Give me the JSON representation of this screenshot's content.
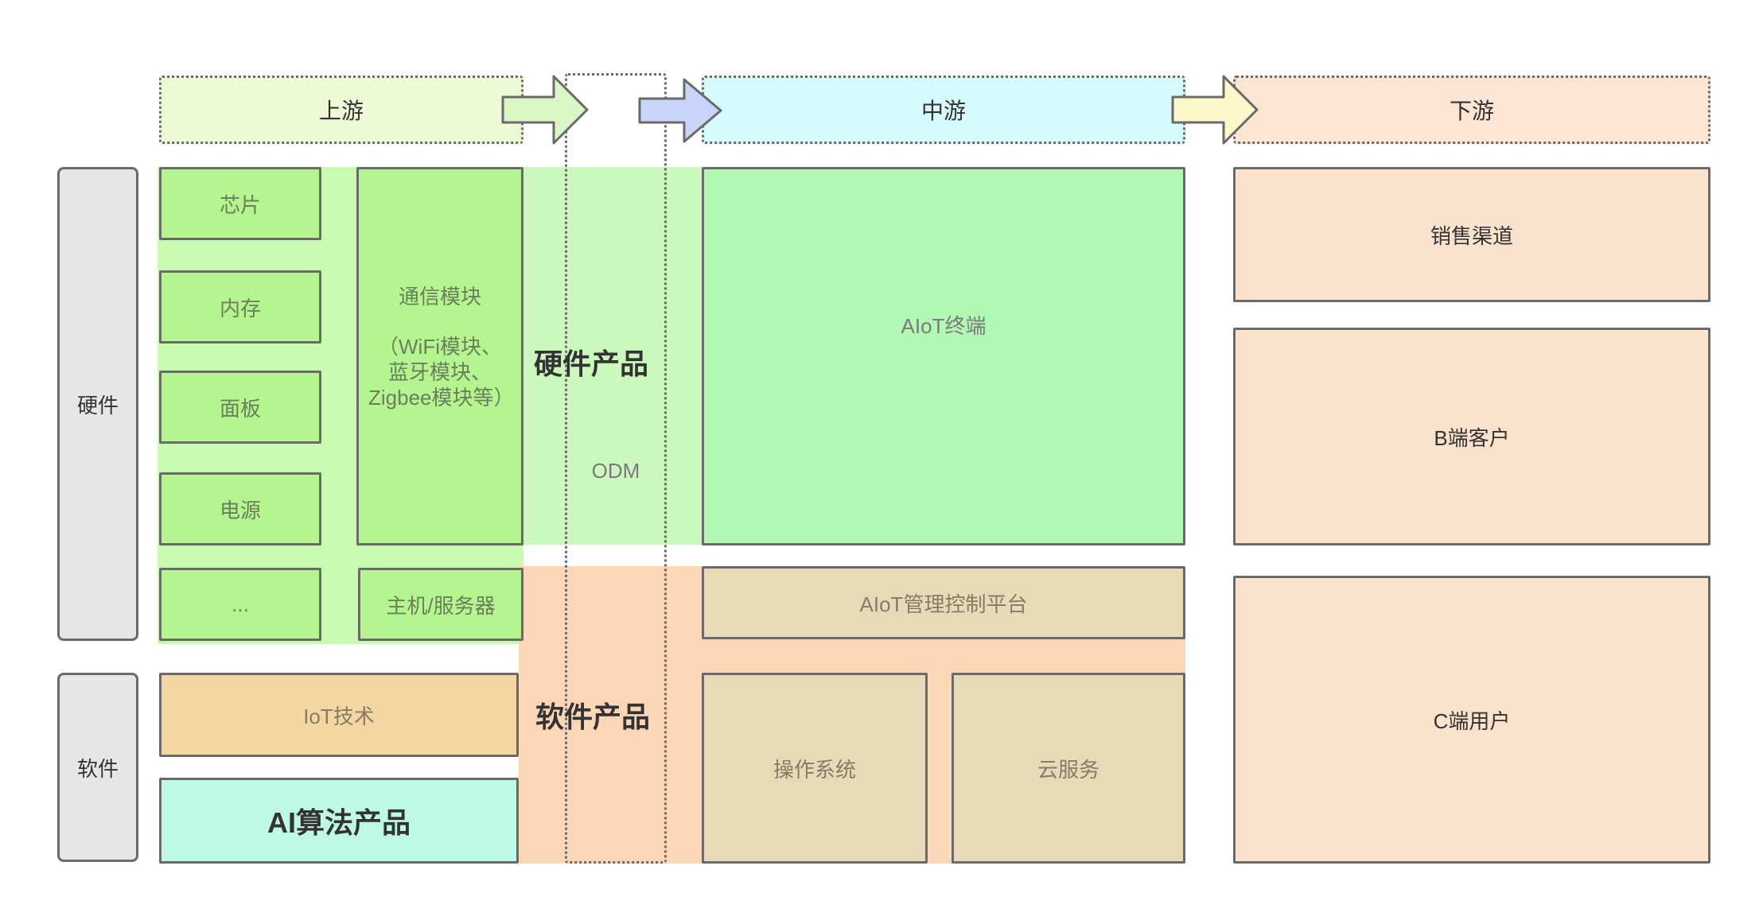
{
  "stages": {
    "upstream": "上游",
    "midstream": "中游",
    "downstream": "下游"
  },
  "categories": {
    "hardware": "硬件",
    "software": "软件"
  },
  "upstream_hardware": {
    "chip": "芯片",
    "memory": "内存",
    "panel": "面板",
    "power": "电源",
    "more": "...",
    "comm_module_title": "通信模块",
    "comm_module_detail": "（WiFi模块、蓝牙模块、Zigbee模块等）",
    "host_server": "主机/服务器"
  },
  "upstream_software": {
    "iot_tech": "IoT技术",
    "ai_algo": "AI算法产品"
  },
  "middle": {
    "hardware_product": "硬件产品",
    "odm": "ODM",
    "software_product": "软件产品",
    "aiot_terminal": "AIoT终端",
    "aiot_platform": "AIoT管理控制平台",
    "os": "操作系统",
    "cloud": "云服务"
  },
  "downstream": {
    "sales": "销售渠道",
    "b_client": "B端客户",
    "c_user": "C端用户"
  },
  "colors": {
    "upstream_header": "#eefad5",
    "midstream_header": "#d6fbfc",
    "downstream_header": "#fce5d3",
    "hardware_bg": "#c8fbb0",
    "hardware_box": "#b4f58f",
    "hardware_product_bg": "#cbf9bd",
    "terminal": "#b1f9b3",
    "software_product_bg": "#fbd6b7",
    "brown_box": "#e8d9b7",
    "iot_tech": "#f2d7a3",
    "ai_algo": "#bdf9e4",
    "downstream_box": "#fbe2cc",
    "category_box": "#e6e6e6",
    "arrow_green": "#d9f7c5",
    "arrow_blue": "#c8d4f8",
    "arrow_yellow": "#fbf7c8"
  }
}
